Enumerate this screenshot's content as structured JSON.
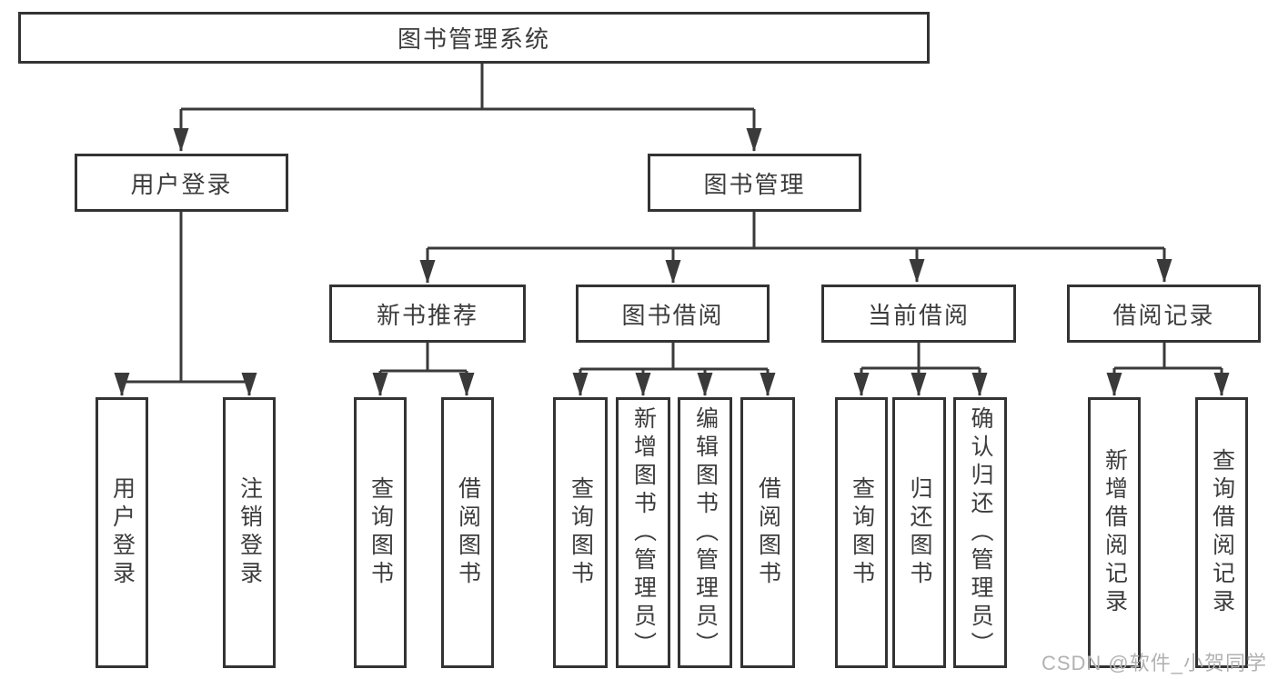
{
  "root": {
    "label": "图书管理系统"
  },
  "level2": [
    {
      "label": "用户登录"
    },
    {
      "label": "图书管理"
    }
  ],
  "level3": [
    {
      "label": "新书推荐"
    },
    {
      "label": "图书借阅"
    },
    {
      "label": "当前借阅"
    },
    {
      "label": "借阅记录"
    }
  ],
  "leaves": {
    "login": [
      {
        "label": "用户登录"
      },
      {
        "label": "注销登录"
      }
    ],
    "newbook": [
      {
        "label": "查询图书"
      },
      {
        "label": "借阅图书"
      }
    ],
    "borrow": [
      {
        "label": "查询图书"
      },
      {
        "label": "新增图书（管理员）"
      },
      {
        "label": "编辑图书（管理员）"
      },
      {
        "label": "借阅图书"
      }
    ],
    "current": [
      {
        "label": "查询图书"
      },
      {
        "label": "归还图书"
      },
      {
        "label": "确认归还（管理员）"
      }
    ],
    "record": [
      {
        "label": "新增借阅记录"
      },
      {
        "label": "查询借阅记录"
      }
    ]
  },
  "watermark": {
    "text": "CSDN @软件_小贺同学"
  },
  "colors": {
    "line": "#3a3a3a",
    "border": "#333333",
    "text": "#3c3c3c",
    "watermark": "#b2b2b2",
    "background": "#ffffff"
  }
}
